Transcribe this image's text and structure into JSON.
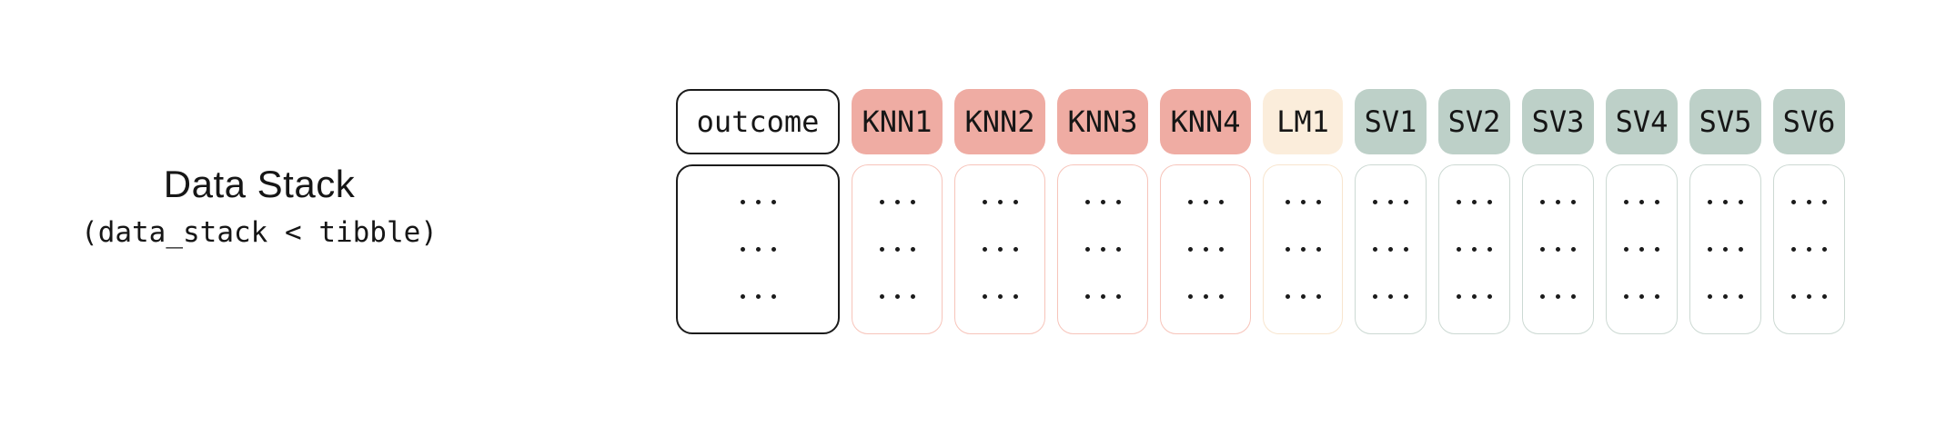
{
  "diagram": {
    "left_label": {
      "title": "Data Stack",
      "subtitle": "(data_stack < tibble)"
    },
    "stack_table": {
      "columns": [
        {
          "id": "outcome",
          "label": "outcome",
          "group": "outcome"
        },
        {
          "id": "knn1",
          "label": "KNN1",
          "group": "knn"
        },
        {
          "id": "knn2",
          "label": "KNN2",
          "group": "knn"
        },
        {
          "id": "knn3",
          "label": "KNN3",
          "group": "knn"
        },
        {
          "id": "knn4",
          "label": "KNN4",
          "group": "knn"
        },
        {
          "id": "lm1",
          "label": "LM1",
          "group": "lm"
        },
        {
          "id": "sv1",
          "label": "SV1",
          "group": "sv"
        },
        {
          "id": "sv2",
          "label": "SV2",
          "group": "sv"
        },
        {
          "id": "sv3",
          "label": "SV3",
          "group": "sv"
        },
        {
          "id": "sv4",
          "label": "SV4",
          "group": "sv"
        },
        {
          "id": "sv5",
          "label": "SV5",
          "group": "sv"
        },
        {
          "id": "sv6",
          "label": "SV6",
          "group": "sv"
        }
      ],
      "body_rows": 3,
      "dots_per_row": 3,
      "cell_placeholder": "..."
    },
    "colors": {
      "background": "#ffffff",
      "text": "#161616",
      "dot": "#1b1b1b",
      "outcome_fill": "#ffffff",
      "outcome_border": "#1b1b1b",
      "knn_fill": "#efaca3",
      "knn_body_border": "#f7c4ba",
      "lm_fill": "#fbeddb",
      "lm_body_border": "#f8e5ce",
      "sv_fill": "#bdd0c8",
      "sv_body_border": "#ccd9d3"
    }
  }
}
